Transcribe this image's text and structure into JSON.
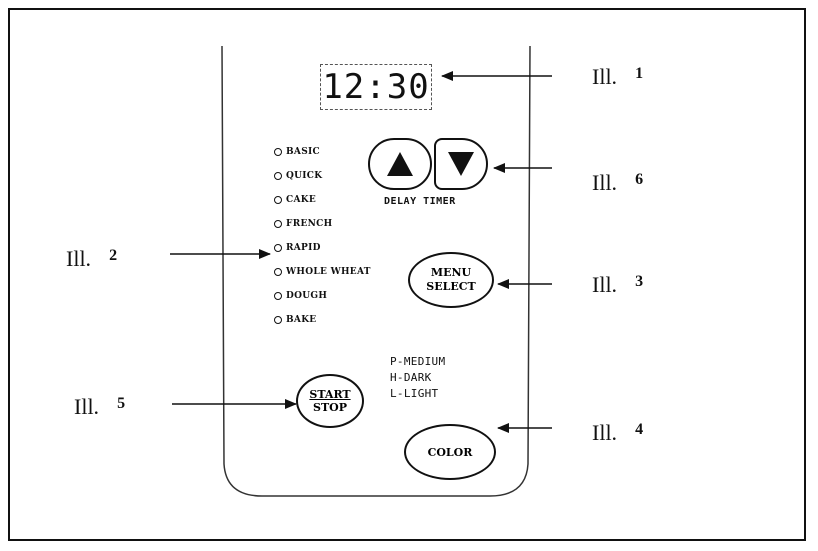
{
  "display": {
    "time": "12:30"
  },
  "delay_timer": {
    "label": "DELAY TIMER"
  },
  "menu_items": [
    "BASIC",
    "QUICK",
    "CAKE",
    "FRENCH",
    "RAPID",
    "WHOLE WHEAT",
    "DOUGH",
    "BAKE"
  ],
  "buttons": {
    "menu_select": {
      "line1": "MENU",
      "line2": "SELECT"
    },
    "start_stop": {
      "line1": "START",
      "line2": "STOP"
    },
    "color": "COLOR"
  },
  "color_options": [
    "P-MEDIUM",
    "H-DARK",
    "L-LIGHT"
  ],
  "callouts": [
    {
      "prefix": "Ill.",
      "number": "1"
    },
    {
      "prefix": "Ill.",
      "number": "6"
    },
    {
      "prefix": "Ill.",
      "number": "2"
    },
    {
      "prefix": "Ill.",
      "number": "3"
    },
    {
      "prefix": "Ill.",
      "number": "5"
    },
    {
      "prefix": "Ill.",
      "number": "4"
    }
  ]
}
